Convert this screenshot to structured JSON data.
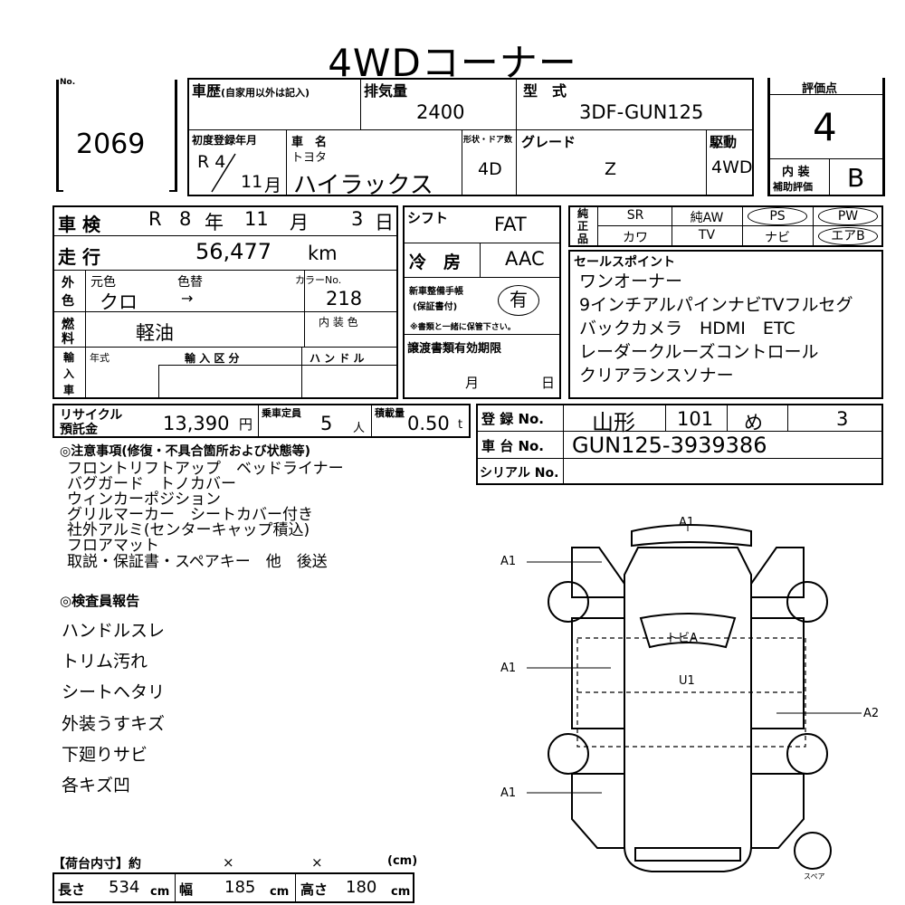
{
  "title": "4WDコーナー",
  "lot": {
    "label": "No.",
    "number": "2069"
  },
  "history": {
    "label": "車歴",
    "sub": "(自家用以外は記入)"
  },
  "displacement": {
    "label": "排気量",
    "value": "2400"
  },
  "model_code": {
    "label": "型　式",
    "value": "3DF-GUN125"
  },
  "grade_box": {
    "label": "評価点",
    "value": "4"
  },
  "interior": {
    "label1": "内 装",
    "label2": "補助評価",
    "value": "B"
  },
  "first_reg": {
    "label": "初度登録年月",
    "era_year": "R 4",
    "month": "11",
    "month_unit": "月"
  },
  "car_name": {
    "label": "車　名",
    "maker": "トヨタ",
    "name": "ハイラックス"
  },
  "doors": {
    "label": "形状・ドア数",
    "value": "4D"
  },
  "grade": {
    "label": "グレード",
    "value": "Z"
  },
  "drive": {
    "label": "駆動",
    "value": "4WD"
  },
  "inspection": {
    "label": "車 検",
    "era": "R",
    "year": "8",
    "year_unit": "年",
    "month": "11",
    "month_unit": "月",
    "day": "3",
    "day_unit": "日"
  },
  "shift": {
    "label": "シフト",
    "value": "FAT"
  },
  "mileage": {
    "label": "走 行",
    "value": "56,477",
    "unit": "km"
  },
  "aircon": {
    "label": "冷　房",
    "value": "AAC"
  },
  "equipment": {
    "side_label": [
      "純",
      "正",
      "品"
    ],
    "row1": [
      "SR",
      "純AW",
      "PS",
      "PW"
    ],
    "row2": [
      "カワ",
      "TV",
      "ナビ",
      "エアB"
    ]
  },
  "color": {
    "side": [
      "外",
      "色"
    ],
    "orig_label": "元色",
    "change_label": "色替",
    "orig": "クロ",
    "arrow": "→",
    "code_label": "カラーNo.",
    "code": "218"
  },
  "warranty": {
    "label1": "新車整備手帳",
    "label2": "(保証書付)",
    "value": "有",
    "note": "※書類と一緒に保管下さい。"
  },
  "fuel": {
    "side": [
      "燃",
      "料"
    ],
    "value": "軽油",
    "int_color_label": "内 装 色"
  },
  "import": {
    "side": [
      "輸",
      "入",
      "車"
    ],
    "year_label": "年式",
    "kind_label": "輸 入 区 分",
    "handle_label": "ハ ン ド ル"
  },
  "transfer_docs": {
    "label": "譲渡書類有効期限",
    "month_unit": "月",
    "day_unit": "日"
  },
  "sales_points": {
    "label": "セールスポイント",
    "items": [
      "ワンオーナー",
      "9インチアルパインナビTVフルセグ",
      "バックカメラ　HDMI　ETC",
      "レーダークルーズコントロール",
      "クリアランスソナー"
    ]
  },
  "recycle": {
    "label1": "リサイクル",
    "label2": "預託金",
    "value": "13,390",
    "unit": "円"
  },
  "capacity": {
    "label": "乗車定員",
    "value": "5",
    "unit": "人"
  },
  "load": {
    "label": "積載量",
    "value": "0.50",
    "unit": "t"
  },
  "registration": {
    "label": "登 録 No.",
    "place": "山形",
    "class": "101",
    "kana": "め",
    "number": "3"
  },
  "chassis": {
    "label": "車 台 No.",
    "value": "GUN125-3939386"
  },
  "serial": {
    "label": "シリアル No."
  },
  "notes": {
    "heading": "◎注意事項(修復・不具合箇所および状態等)",
    "lines": [
      "フロントリフトアップ　ベッドライナー",
      "バグガード　トノカバー",
      "ウィンカーポジション",
      "グリルマーカー　シートカバー付き",
      "社外アルミ(センターキャップ積込)",
      "フロアマット",
      "取説・保証書・スペアキー　他　後送"
    ]
  },
  "inspector": {
    "heading": "◎検査員報告",
    "lines": [
      "ハンドルスレ",
      "トリム汚れ",
      "シートヘタリ",
      "外装うすキズ",
      "下廻りサビ",
      "各キズ凹"
    ]
  },
  "bed": {
    "heading": "【荷台内寸】約",
    "x1": "×",
    "x2": "×",
    "unit_header": "(cm)",
    "length_label": "長さ",
    "length": "534",
    "width_label": "幅",
    "width": "185",
    "height_label": "高さ",
    "height": "180",
    "unit": "cm"
  },
  "diagram": {
    "labels": {
      "front": "A1",
      "left_front": "A1",
      "left_mid": "A1",
      "left_rear": "A1",
      "right_mid": "A2",
      "roof": "トビA",
      "center": "U1",
      "spare": "スペア"
    }
  }
}
